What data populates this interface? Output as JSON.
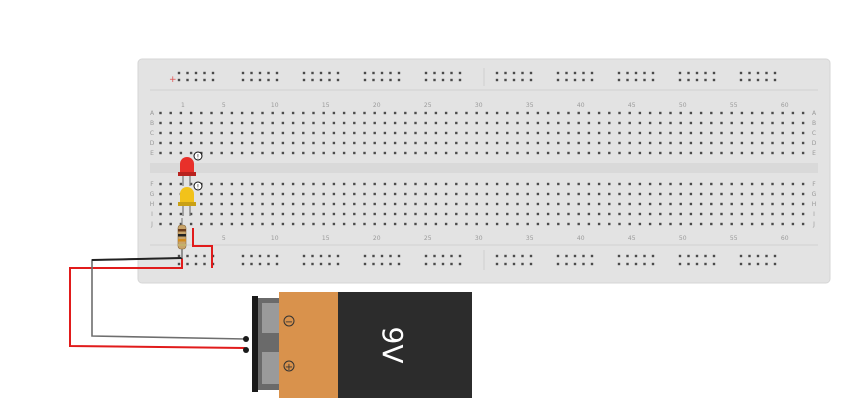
{
  "breadboard": {
    "column_numbers": [
      "1",
      "5",
      "10",
      "15",
      "20",
      "25",
      "30",
      "35",
      "40",
      "45",
      "50",
      "55",
      "60"
    ],
    "row_letters_top": [
      "A",
      "B",
      "C",
      "D",
      "E"
    ],
    "row_letters_bottom": [
      "F",
      "G",
      "H",
      "I",
      "J"
    ],
    "rail_symbol": "+"
  },
  "components": {
    "led_red": {
      "color": "#e8302a",
      "warning_badge": "!"
    },
    "led_yellow": {
      "color": "#f2c21a",
      "warning_badge": "!"
    },
    "resistor": {
      "body_color": "#c9a46a"
    }
  },
  "battery": {
    "label": "9V",
    "minus_symbol": "−",
    "plus_symbol": "+",
    "body_color": "#2c2c2c",
    "band_color": "#d9924c"
  },
  "wires": {
    "red": "#e11b1b",
    "black": "#222222"
  }
}
